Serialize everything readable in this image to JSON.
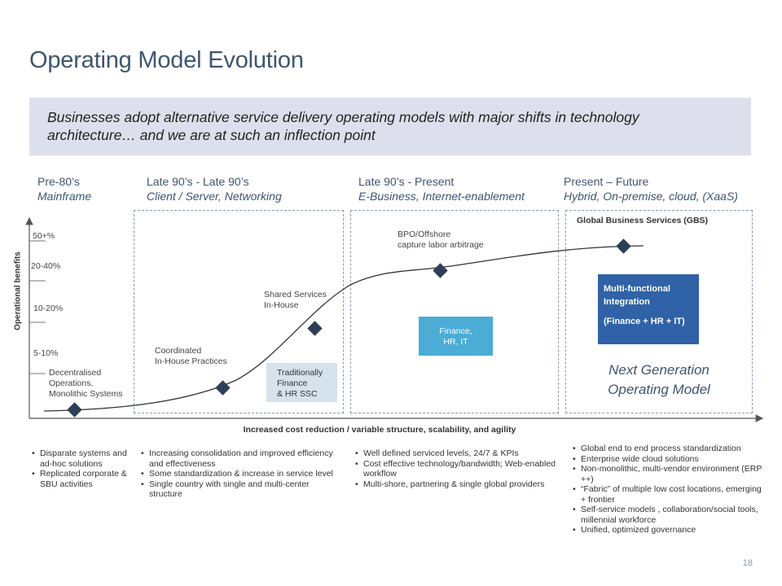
{
  "title": "Operating Model Evolution",
  "banner": "Businesses adopt alternative service delivery operating models with major shifts in technology architecture… and we are at such an inflection point",
  "eras": [
    {
      "period": "Pre-80’s",
      "model": "Mainframe"
    },
    {
      "period": "Late 90’s - Late 90’s",
      "model": "Client / Server, Networking"
    },
    {
      "period": "Late 90’s - Present",
      "model": "E-Business, Internet-enablement"
    },
    {
      "period": "Present – Future",
      "model": "Hybrid, On-premise, cloud, (XaaS)"
    }
  ],
  "y_axis": {
    "title": "Operational benefits",
    "ticks": [
      "50+%",
      "20-40%",
      "10-20%",
      "5-10%"
    ]
  },
  "x_axis": {
    "title": "Increased cost reduction / variable structure, scalability, and agility"
  },
  "milestones": [
    {
      "label_lines": [
        "Decentralised",
        "Operations,",
        "Monolithic Systems"
      ]
    },
    {
      "label_lines": [
        "Coordinated",
        "In-House Practices"
      ]
    },
    {
      "label_lines": [
        "Shared Services",
        "In-House"
      ]
    },
    {
      "label_lines": [
        "BPO/Offshore",
        "capture labor arbitrage"
      ]
    },
    {
      "label_lines": [
        "Global Business Services (GBS)"
      ]
    }
  ],
  "boxes": {
    "traditional": [
      "Traditionally",
      "Finance",
      "& HR SSC"
    ],
    "finance": [
      "Finance,",
      "HR, IT"
    ],
    "multifunctional": [
      "Multi-functional",
      "Integration",
      "(Finance + HR + IT)"
    ]
  },
  "next_gen": [
    "Next Generation",
    "Operating Model"
  ],
  "bullets": [
    [
      "Disparate systems and ad-hoc solutions",
      "Replicated corporate & SBU activities"
    ],
    [
      "Increasing consolidation and improved efficiency and effectiveness",
      "Some standardization & increase in service level",
      "Single country with single and multi-center structure"
    ],
    [
      "Well defined serviced levels, 24/7 & KPIs",
      "Cost effective technology/bandwidth; Web-enabled workflow",
      "Multi-shore, partnering & single global providers"
    ],
    [
      "Global end to end process standardization",
      "Enterprise wide cloud solutions",
      "Non-monolithic, multi-vendor environment (ERP ++)",
      "“Fabric” of multiple low cost locations, emerging + frontier",
      "Self-service models , collaboration/social tools, millennial workforce",
      "Unified, optimized governance"
    ]
  ],
  "page_number": "18",
  "colors": {
    "title": "#3d5670",
    "banner_bg": "#dde0ec",
    "light_box": "#4bacd6",
    "dark_box": "#2f62a6",
    "gray_box": "#d6e2ec",
    "marker": "#2d3f58"
  }
}
